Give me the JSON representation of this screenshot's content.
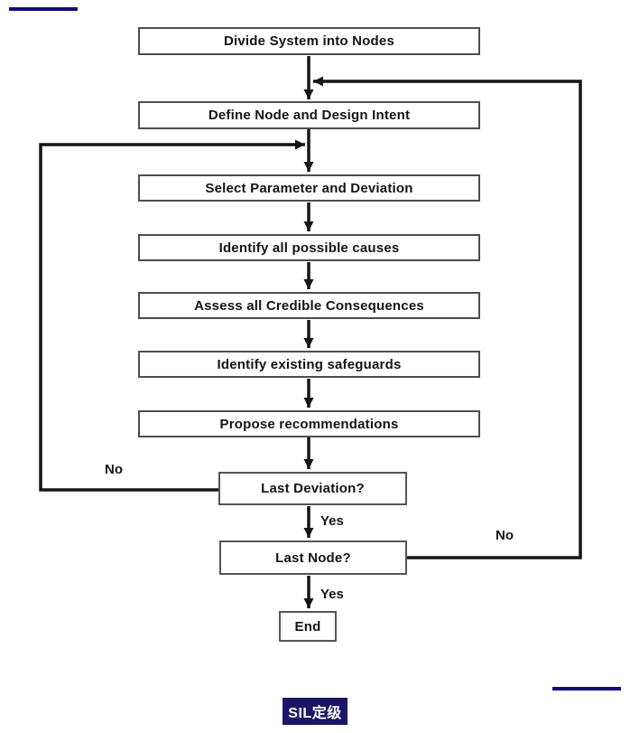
{
  "flowchart": {
    "nodes": [
      {
        "label": "Divide System into Nodes"
      },
      {
        "label": "Define Node and Design Intent"
      },
      {
        "label": "Select Parameter and Deviation"
      },
      {
        "label": "Identify all possible causes"
      },
      {
        "label": "Assess all Credible Consequences"
      },
      {
        "label": "Identify existing safeguards"
      },
      {
        "label": "Propose recommendations"
      },
      {
        "label": "Last Deviation?"
      },
      {
        "label": "Last Node?"
      },
      {
        "label": "End"
      }
    ],
    "edge_labels": {
      "yes_after_last_deviation": "Yes",
      "yes_after_last_node": "Yes",
      "no_loop_left": "No",
      "no_loop_right": "No"
    },
    "colors": {
      "connector_line": "#151515",
      "box_border": "#4d4d4d",
      "text": "#141414"
    }
  },
  "decor": {
    "accent_color": "#140a7d",
    "badge": {
      "text": "SIL定级",
      "background": "#1b1566",
      "color": "#ffffff"
    }
  }
}
